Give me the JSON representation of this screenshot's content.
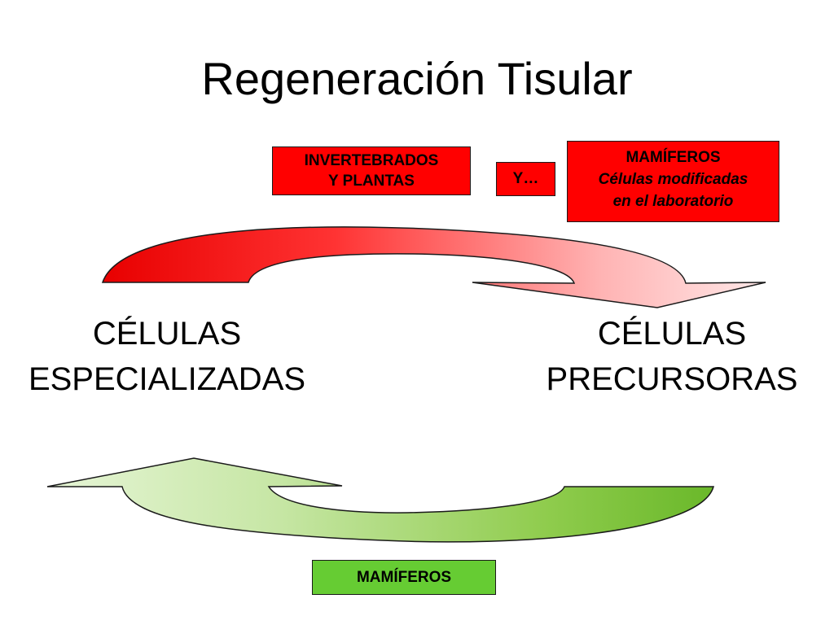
{
  "slide": {
    "title": "Regeneración Tisular"
  },
  "boxes": {
    "invertebrados": {
      "line1": "INVERTEBRADOS",
      "line2": "Y PLANTAS",
      "color": "#ff0000"
    },
    "y": {
      "text": "Y…",
      "color": "#ff0000"
    },
    "mamiferos_top": {
      "heading": "MAMÍFEROS",
      "sub1": "Células modificadas",
      "sub2": "en el laboratorio",
      "color": "#ff0000"
    },
    "mamiferos_bottom": {
      "text": "MAMÍFEROS",
      "color": "#66cc33"
    }
  },
  "cells": {
    "left": {
      "line1": "CÉLULAS",
      "line2": "ESPECIALIZADAS"
    },
    "right": {
      "line1": "CÉLULAS",
      "line2": "PRECURSORAS"
    }
  },
  "arrows": {
    "top": {
      "direction": "left-to-right",
      "color": "#ff0000"
    },
    "bottom": {
      "direction": "right-to-left",
      "color": "#66bb33"
    }
  }
}
